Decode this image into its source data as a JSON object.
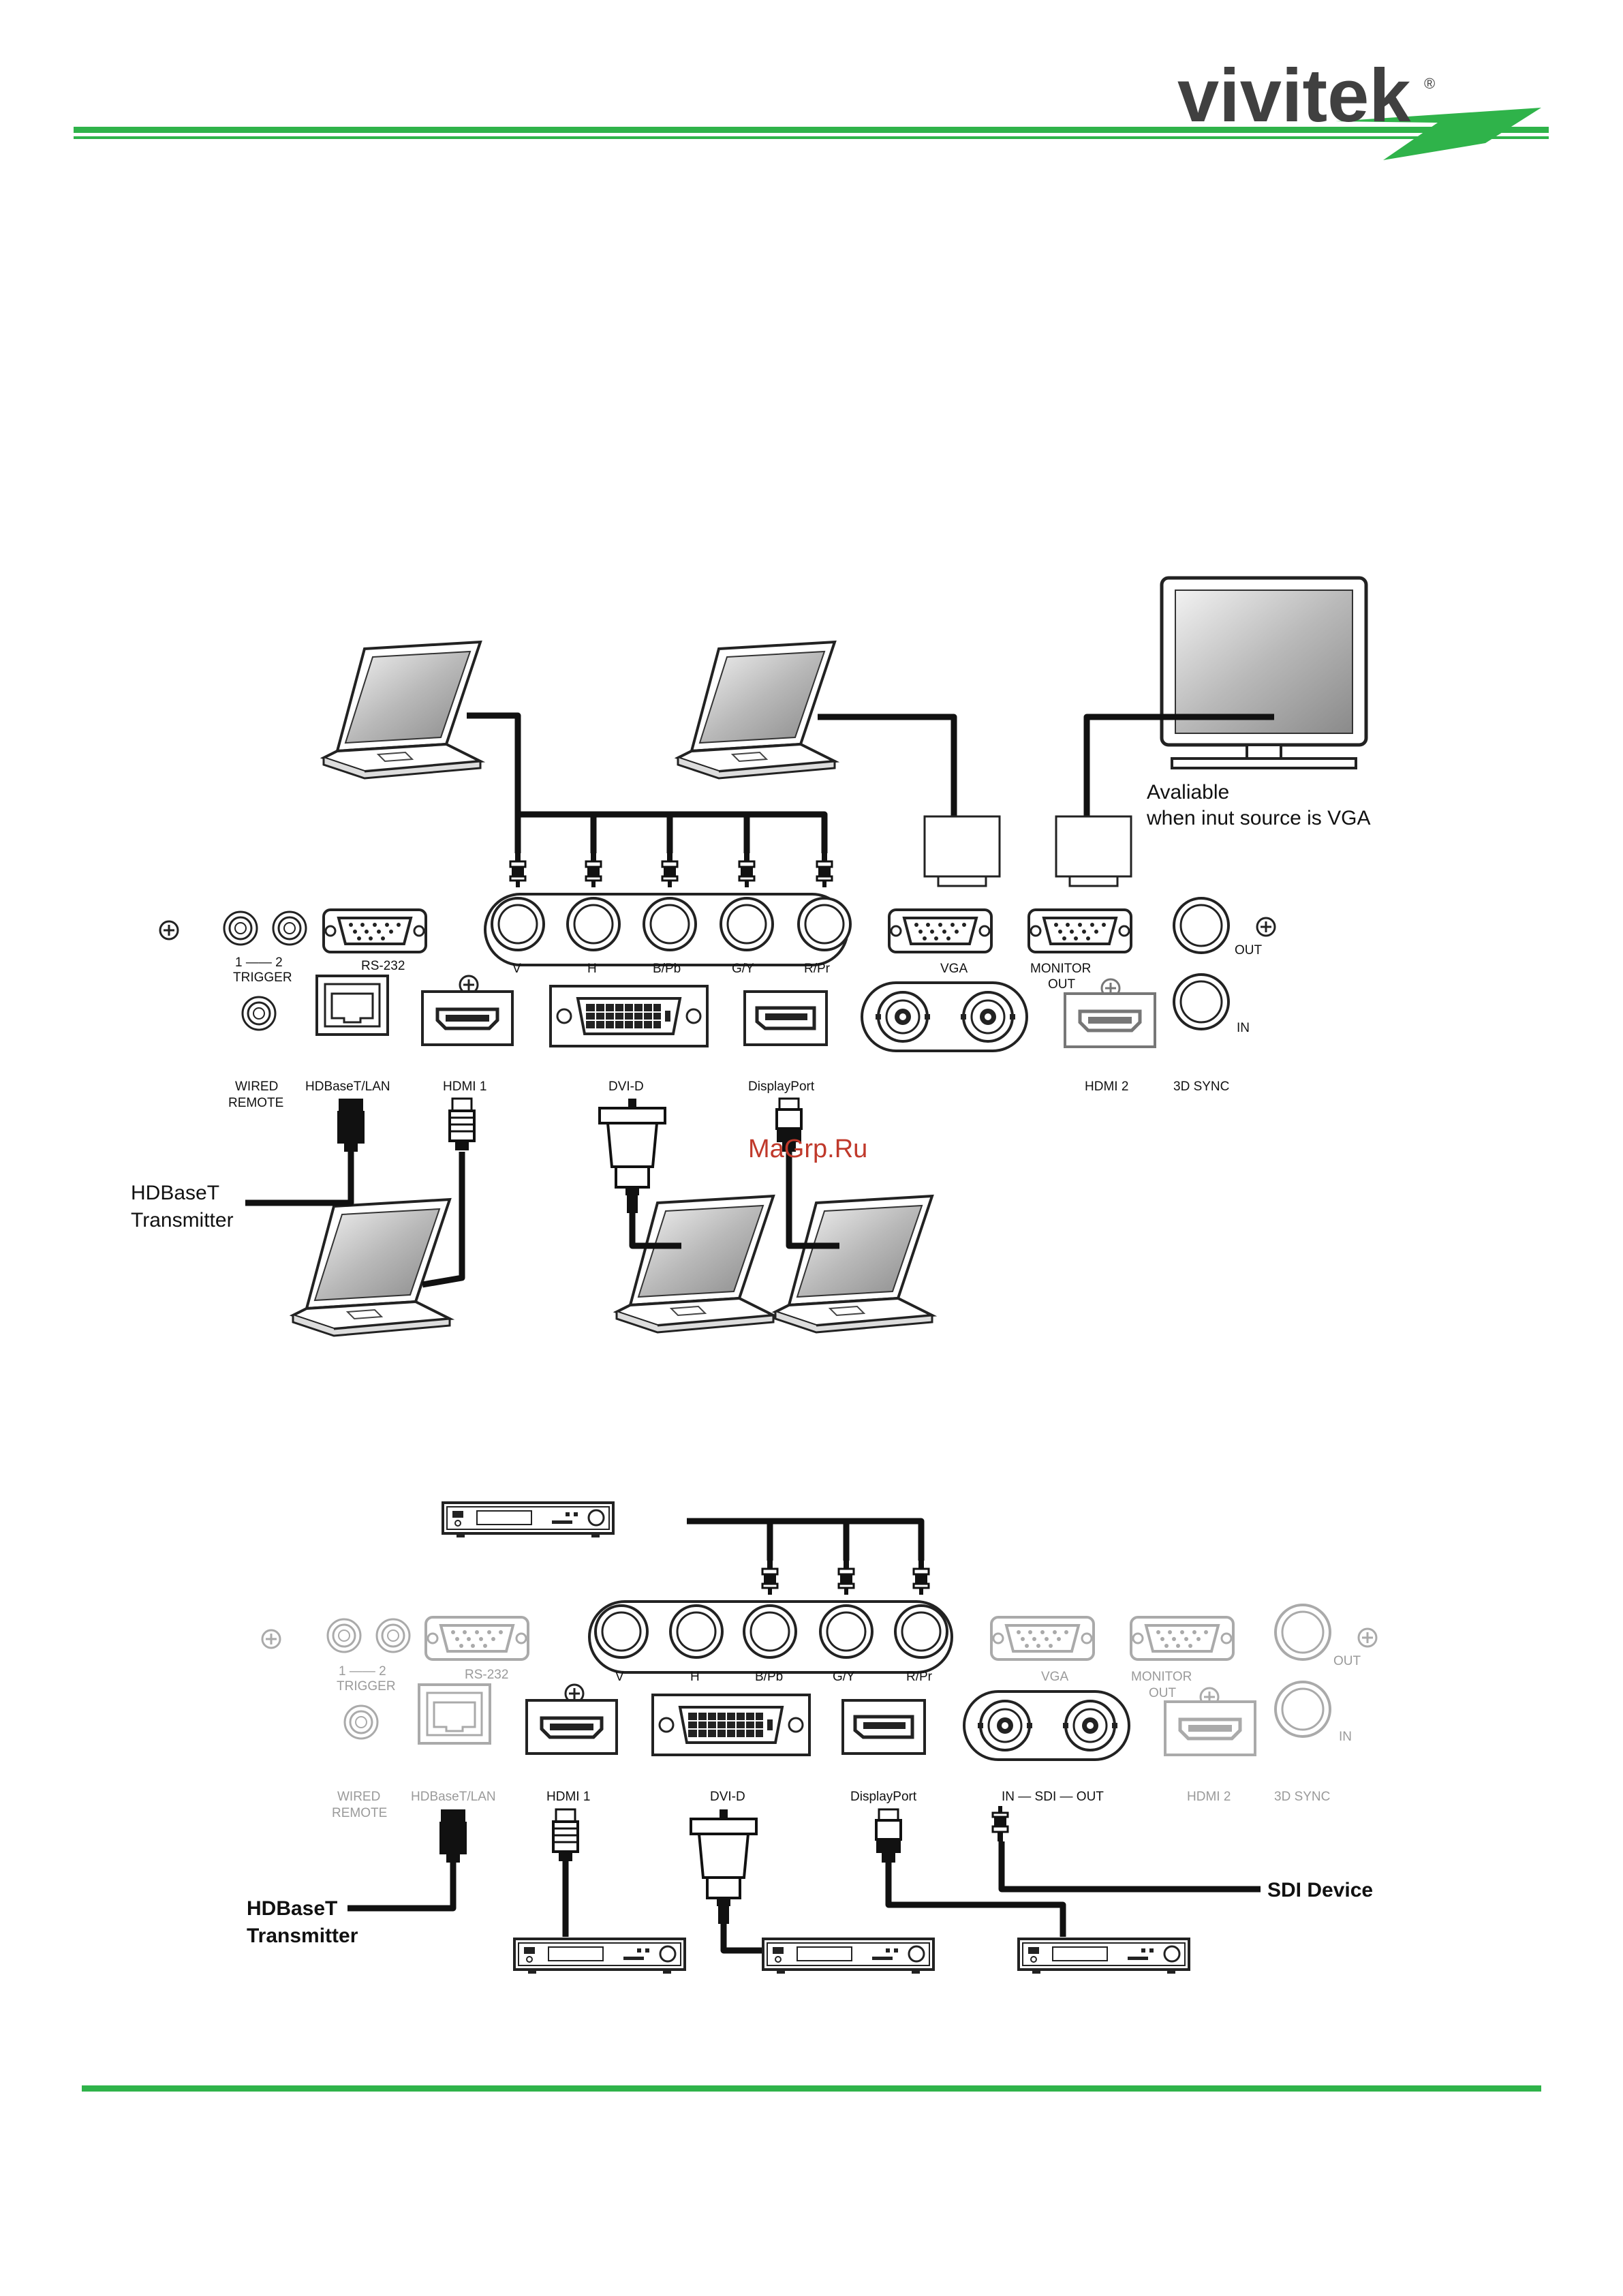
{
  "header": {
    "brand": "vivitek",
    "registered": "®",
    "accent_color": "#2fb34a"
  },
  "watermark": "MaGrp.Ru",
  "diagram_top": {
    "monitor_note_line1": "Avaliable",
    "monitor_note_line2": "when inut source is VGA",
    "hdbaset_line1": "HDBaseT",
    "hdbaset_line2": "Transmitter",
    "panel": {
      "bnc_labels": [
        "V",
        "H",
        "B/Pb",
        "G/Y",
        "R/Pr"
      ],
      "vga": "VGA",
      "monitor_out_line1": "MONITOR",
      "monitor_out_line2": "OUT",
      "rs232": "RS-232",
      "trigger_numbers": "1 —— 2",
      "trigger": "TRIGGER",
      "sync_out": "OUT",
      "sync_in": "IN",
      "wired_remote_line1": "WIRED",
      "wired_remote_line2": "REMOTE",
      "hdbaset_lan": "HDBaseT/LAN",
      "hdmi1": "HDMI 1",
      "dvid": "DVI-D",
      "displayport": "DisplayPort",
      "hdmi2": "HDMI 2",
      "sync3d": "3D SYNC"
    }
  },
  "diagram_bottom": {
    "hdbaset_line1": "HDBaseT",
    "hdbaset_line2": "Transmitter",
    "sdi_device": "SDI Device",
    "panel": {
      "bnc_labels": [
        "V",
        "H",
        "B/Pb",
        "G/Y",
        "R/Pr"
      ],
      "vga": "VGA",
      "monitor_out_line1": "MONITOR",
      "monitor_out_line2": "OUT",
      "rs232": "RS-232",
      "trigger_numbers": "1 —— 2",
      "trigger": "TRIGGER",
      "sync_out": "OUT",
      "sync_in": "IN",
      "wired_remote_line1": "WIRED",
      "wired_remote_line2": "REMOTE",
      "hdbaset_lan": "HDBaseT/LAN",
      "hdmi1": "HDMI 1",
      "dvid": "DVI-D",
      "displayport": "DisplayPort",
      "sdi": "IN — SDI — OUT",
      "hdmi2": "HDMI 2",
      "sync3d": "3D SYNC"
    }
  }
}
